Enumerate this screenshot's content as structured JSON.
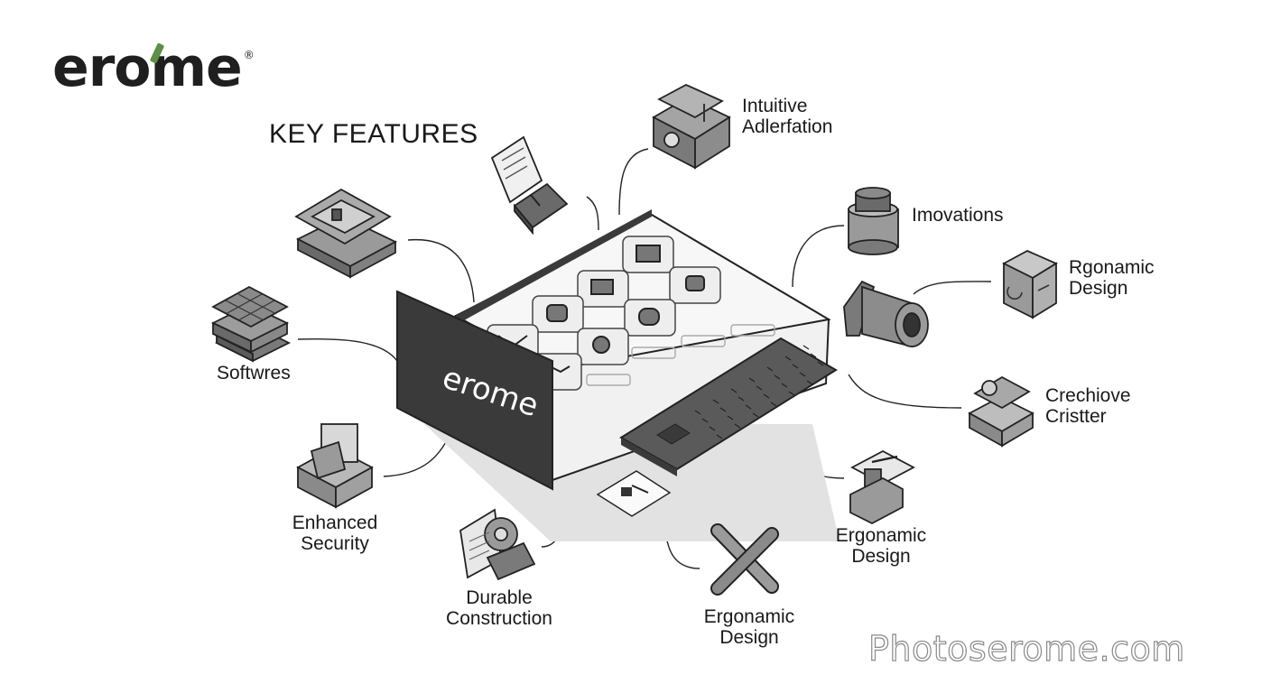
{
  "brand": {
    "logo_text": "erome",
    "device_logo_text": "erome",
    "registered_mark": "®"
  },
  "section_title": "KEY FEATURES",
  "features": {
    "intuitive": {
      "label_line1": "Intuitive",
      "label_line2": "Adlerfation",
      "icon": "gear-block-icon"
    },
    "imovations": {
      "label_line1": "Imovations",
      "icon": "cylinder-cap-icon"
    },
    "rgonamic": {
      "label_line1": "Rgonamic",
      "label_line2": "Design",
      "icon": "cube-stack-icon"
    },
    "crechiove": {
      "label_line1": "Crechiove",
      "label_line2": "Cristter",
      "icon": "puzzle-block-icon"
    },
    "ergonamic_right": {
      "label_line1": "Ergonamic",
      "label_line2": "Design",
      "icon": "pen-stand-icon"
    },
    "ergonamic_bottom": {
      "label_line1": "Ergonamic",
      "label_line2": "Design",
      "icon": "crossed-tools-icon"
    },
    "durable": {
      "label_line1": "Durable",
      "label_line2": "Construction",
      "icon": "gear-document-icon"
    },
    "security": {
      "label_line1": "Enhanced",
      "label_line2": "Security",
      "icon": "box-frame-icon"
    },
    "softwres": {
      "label_line1": "Softwres",
      "icon": "grid-stack-icon"
    },
    "unlabeled": {
      "icons": [
        "layer-stack-icon",
        "document-mouse-icon",
        "camera-lens-icon"
      ]
    }
  },
  "watermark": "Photoserome.com",
  "colors": {
    "accent": "#5e8f46",
    "ink": "#1a1a1a",
    "device_dark": "#3a3a3a",
    "icon_gray": "#8c8c8c"
  }
}
